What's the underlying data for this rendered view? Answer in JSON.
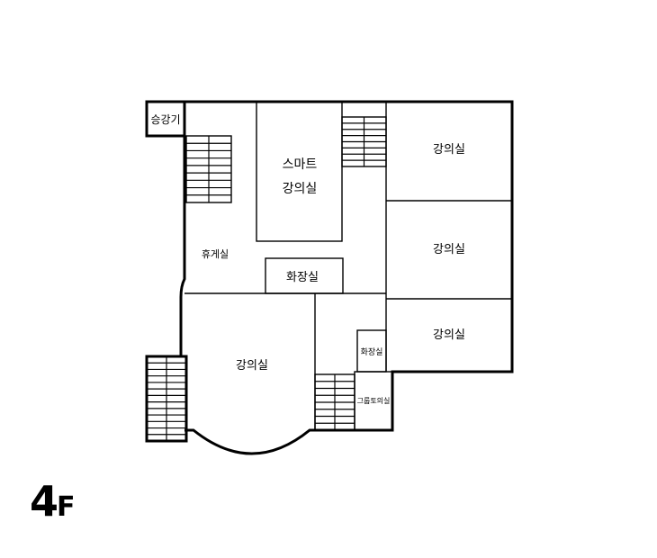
{
  "floor": {
    "number": "4",
    "unit": "F"
  },
  "rooms": {
    "elevator": "승강기",
    "smart_lecture_line1": "스마트",
    "smart_lecture_line2": "강의실",
    "lounge": "휴게실",
    "restroom_main": "화장실",
    "restroom_small": "화장실",
    "lecture_top_right": "강의실",
    "lecture_mid_right": "강의실",
    "lecture_bottom_right": "강의실",
    "lecture_bottom_left": "강의실",
    "group_discussion": "그룹토의실"
  }
}
